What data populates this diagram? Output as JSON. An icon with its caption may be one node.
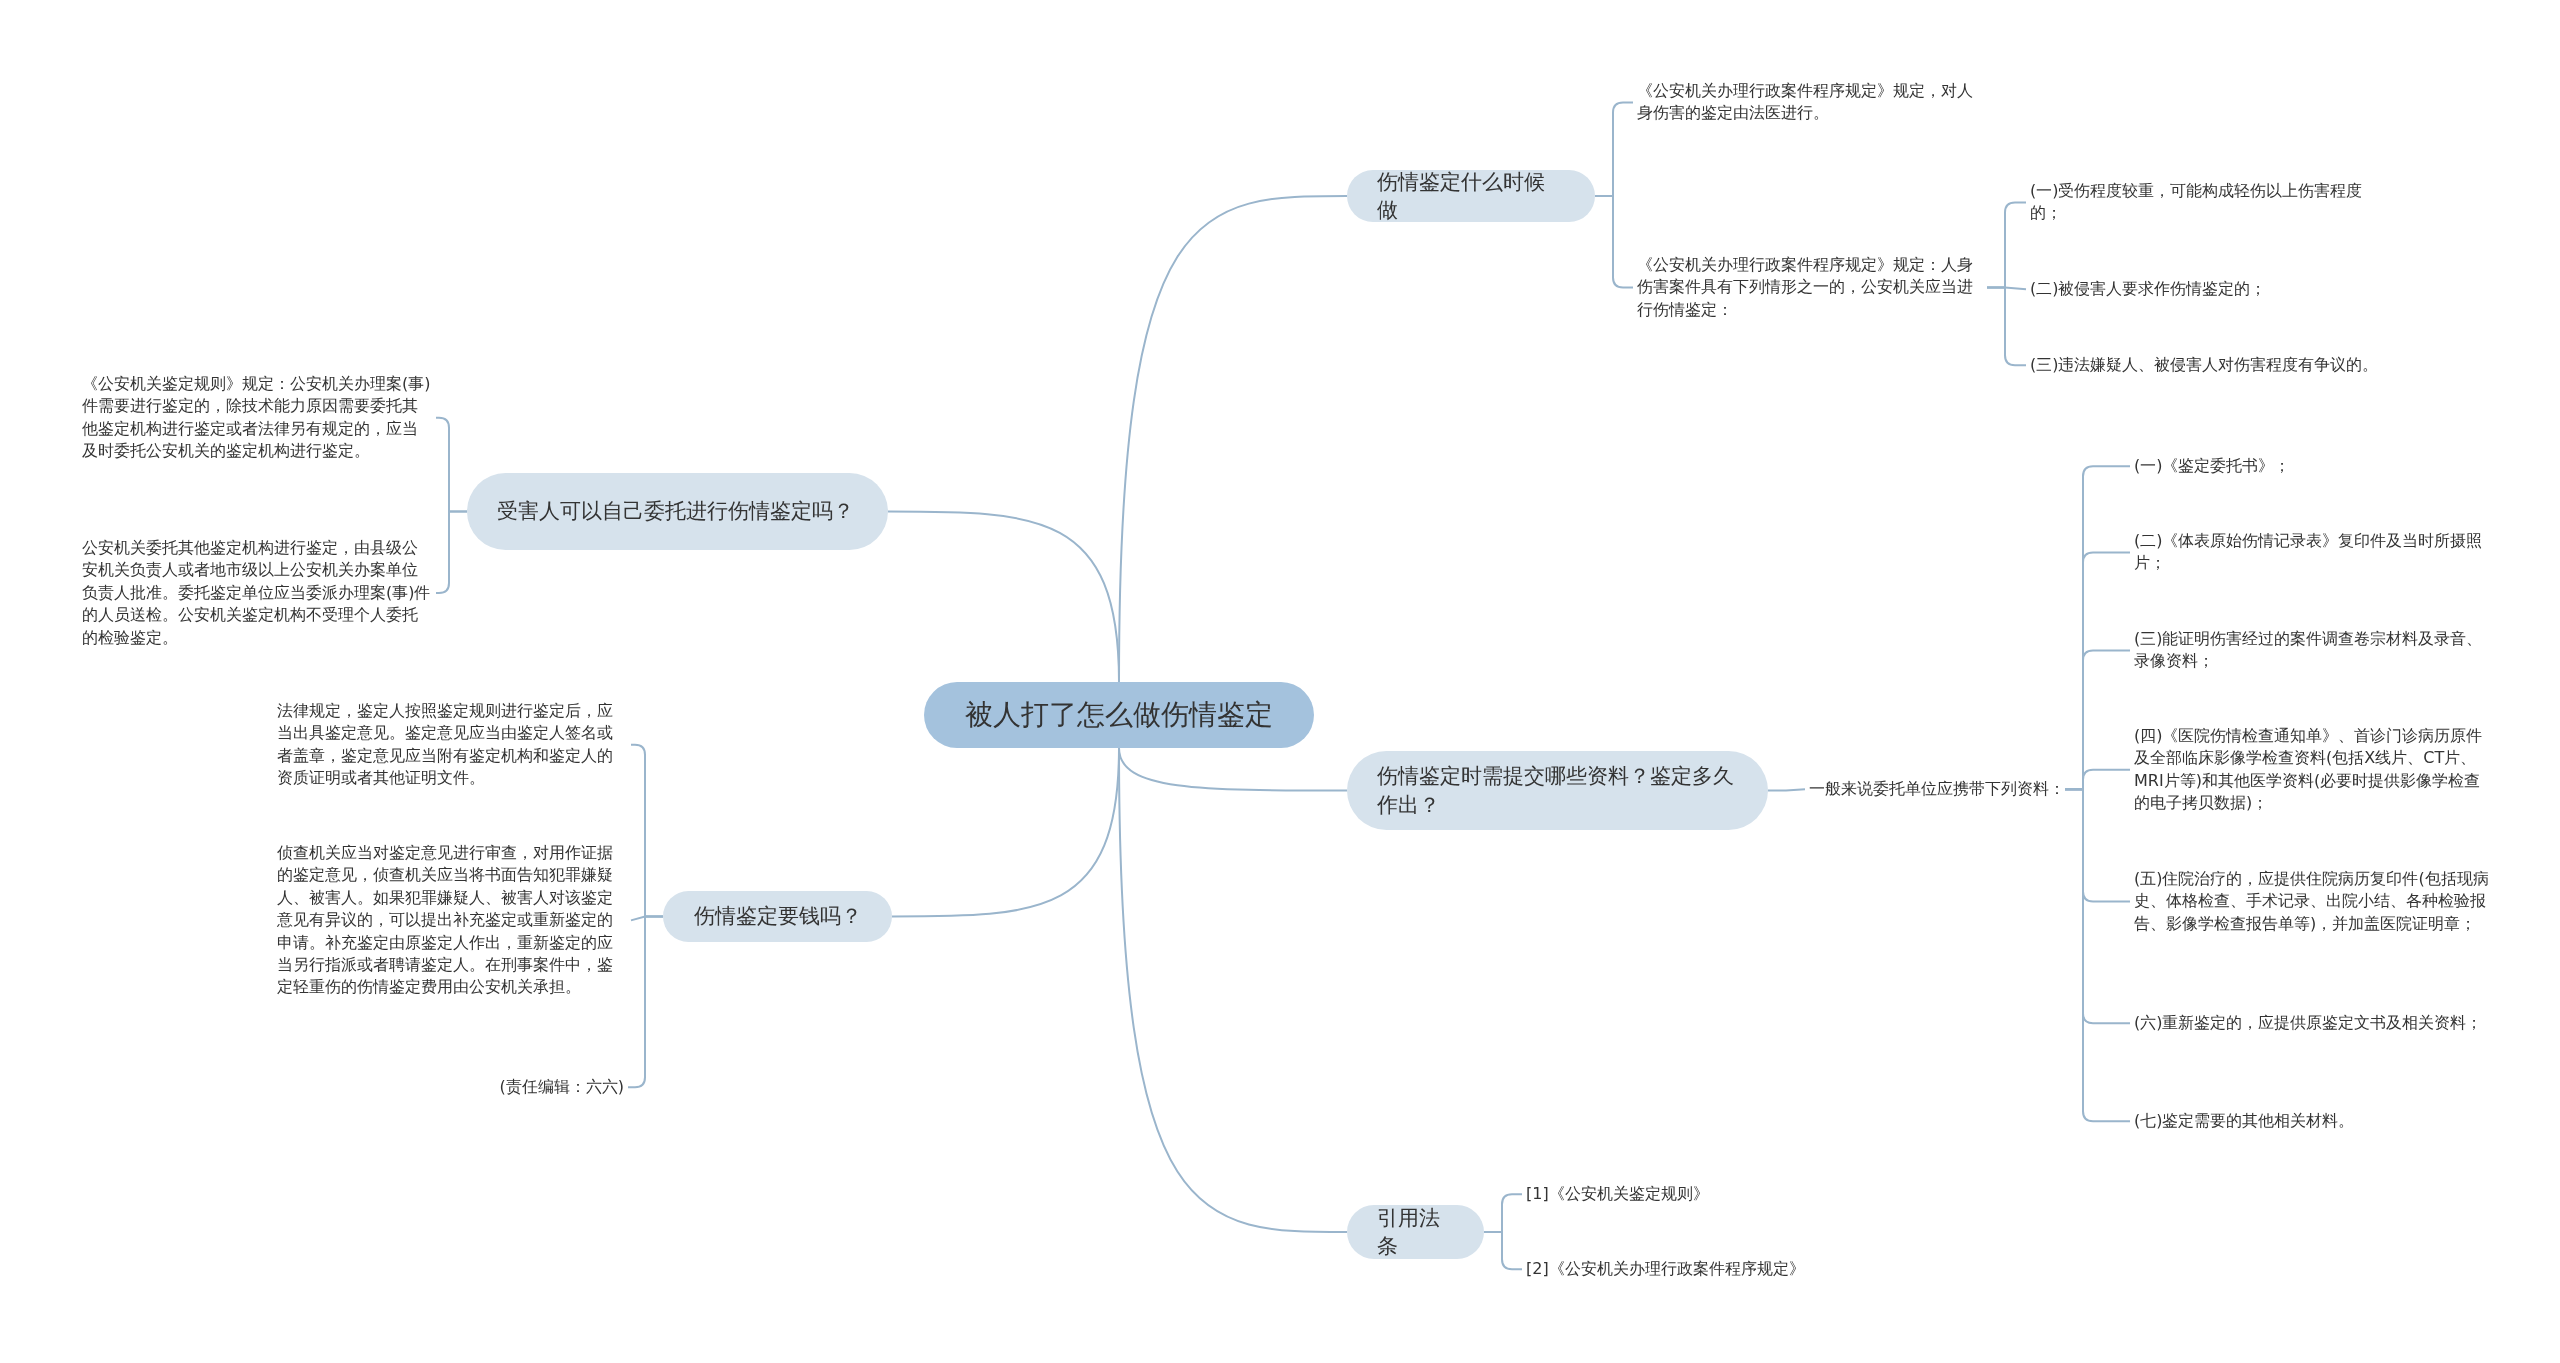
{
  "diagram": {
    "nodes": [
      {
        "text": [
          "被人打了怎么做伤情鉴定"
        ]
      },
      {
        "text": [
          "伤情鉴定什么时候做"
        ]
      },
      {
        "text": [
          "《公安机关办理行政案件程序规定》规定，对人身伤害的鉴定由法医进行。"
        ]
      },
      {
        "text": [
          "《公安机关办理行政案件程序规定》规定：人身伤害案件具有下列情形之一的，公安机关应当进行伤情鉴定："
        ]
      },
      {
        "text": [
          "(一)受伤程度较重，可能构成轻伤以上伤害程度的；"
        ]
      },
      {
        "text": [
          "(二)被侵害人要求作伤情鉴定的；"
        ]
      },
      {
        "text": [
          "(三)违法嫌疑人、被侵害人对伤害程度有争议的。"
        ]
      },
      {
        "text": [
          "受害人可以自己委托进行伤情鉴定吗？"
        ]
      },
      {
        "text": [
          "《公安机关鉴定规则》规定：公安机关办理案(事)件需要进行鉴定的，除技术能力原因需要委托其他鉴定机构进行鉴定或者法律另有规定的，应当及时委托公安机关的鉴定机构进行鉴定。"
        ]
      },
      {
        "text": [
          "公安机关委托其他鉴定机构进行鉴定，由县级公安机关负责人或者地市级以上公安机关办案单位负责人批准。委托鉴定单位应当委派办理案(事)件的人员送检。公安机关鉴定机构不受理个人委托的检验鉴定。"
        ]
      },
      {
        "text": [
          "伤情鉴定时需提交哪些资料？鉴定多久作出？"
        ]
      },
      {
        "text": [
          "一般来说委托单位应携带下列资料："
        ]
      },
      {
        "text": [
          "(一)《鉴定委托书》；"
        ]
      },
      {
        "text": [
          "(二)《体表原始伤情记录表》复印件及当时所摄照片；"
        ]
      },
      {
        "text": [
          "(三)能证明伤害经过的案件调查卷宗材料及录音、录像资料；"
        ]
      },
      {
        "text": [
          "(四)《医院伤情检查通知单》、首诊门诊病历原件及全部临床影像学检查资料(包括X线片、CT片、MRI片等)和其他医学资料(必要时提供影像学检查的电子拷贝数据)；"
        ]
      },
      {
        "text": [
          "(五)住院治疗的，应提供住院病历复印件(包括现病史、体格检查、手术记录、出院小结、各种检验报告、影像学检查报告单等)，并加盖医院证明章；"
        ]
      },
      {
        "text": [
          "(六)重新鉴定的，应提供原鉴定文书及相关资料；"
        ]
      },
      {
        "text": [
          "(七)鉴定需要的其他相关材料。"
        ]
      },
      {
        "text": [
          "伤情鉴定要钱吗？"
        ]
      },
      {
        "text": [
          "法律规定，鉴定人按照鉴定规则进行鉴定后，应当出具鉴定意见。鉴定意见应当由鉴定人签名或者盖章，鉴定意见应当附有鉴定机构和鉴定人的资质证明或者其他证明文件。"
        ]
      },
      {
        "text": [
          "侦查机关应当对鉴定意见进行审查，对用作证据的鉴定意见，侦查机关应当将书面告知犯罪嫌疑人、被害人。如果犯罪嫌疑人、被害人对该鉴定意见有异议的，可以提出补充鉴定或重新鉴定的申请。补充鉴定由原鉴定人作出，重新鉴定的应当另行指派或者聘请鉴定人。在刑事案件中，鉴定轻重伤的伤情鉴定费用由公安机关承担。"
        ]
      },
      {
        "text": [
          "(责任编辑：六六)"
        ]
      },
      {
        "text": [
          "引用法条"
        ]
      },
      {
        "text": [
          "[1]《公安机关鉴定规则》"
        ]
      },
      {
        "text": [
          "[2]《公安机关办理行政案件程序规定》"
        ]
      }
    ],
    "edges": [
      {
        "from": 0,
        "to": 1,
        "arrow": "none"
      },
      {
        "from": 1,
        "to": 2,
        "arrow": "none"
      },
      {
        "from": 1,
        "to": 3,
        "arrow": "none"
      },
      {
        "from": 3,
        "to": 4,
        "arrow": "none"
      },
      {
        "from": 3,
        "to": 5,
        "arrow": "none"
      },
      {
        "from": 3,
        "to": 6,
        "arrow": "none"
      },
      {
        "from": 0,
        "to": 7,
        "arrow": "none"
      },
      {
        "from": 7,
        "to": 8,
        "arrow": "none"
      },
      {
        "from": 7,
        "to": 9,
        "arrow": "none"
      },
      {
        "from": 0,
        "to": 10,
        "arrow": "none"
      },
      {
        "from": 10,
        "to": 11,
        "arrow": "none"
      },
      {
        "from": 11,
        "to": 12,
        "arrow": "none"
      },
      {
        "from": 11,
        "to": 13,
        "arrow": "none"
      },
      {
        "from": 11,
        "to": 14,
        "arrow": "none"
      },
      {
        "from": 11,
        "to": 15,
        "arrow": "none"
      },
      {
        "from": 11,
        "to": 16,
        "arrow": "none"
      },
      {
        "from": 11,
        "to": 17,
        "arrow": "none"
      },
      {
        "from": 11,
        "to": 18,
        "arrow": "none"
      },
      {
        "from": 0,
        "to": 19,
        "arrow": "none"
      },
      {
        "from": 19,
        "to": 20,
        "arrow": "none"
      },
      {
        "from": 19,
        "to": 21,
        "arrow": "none"
      },
      {
        "from": 19,
        "to": 22,
        "arrow": "none"
      },
      {
        "from": 0,
        "to": 23,
        "arrow": "none"
      },
      {
        "from": 23,
        "to": 24,
        "arrow": "none"
      },
      {
        "from": 23,
        "to": 25,
        "arrow": "none"
      }
    ]
  }
}
